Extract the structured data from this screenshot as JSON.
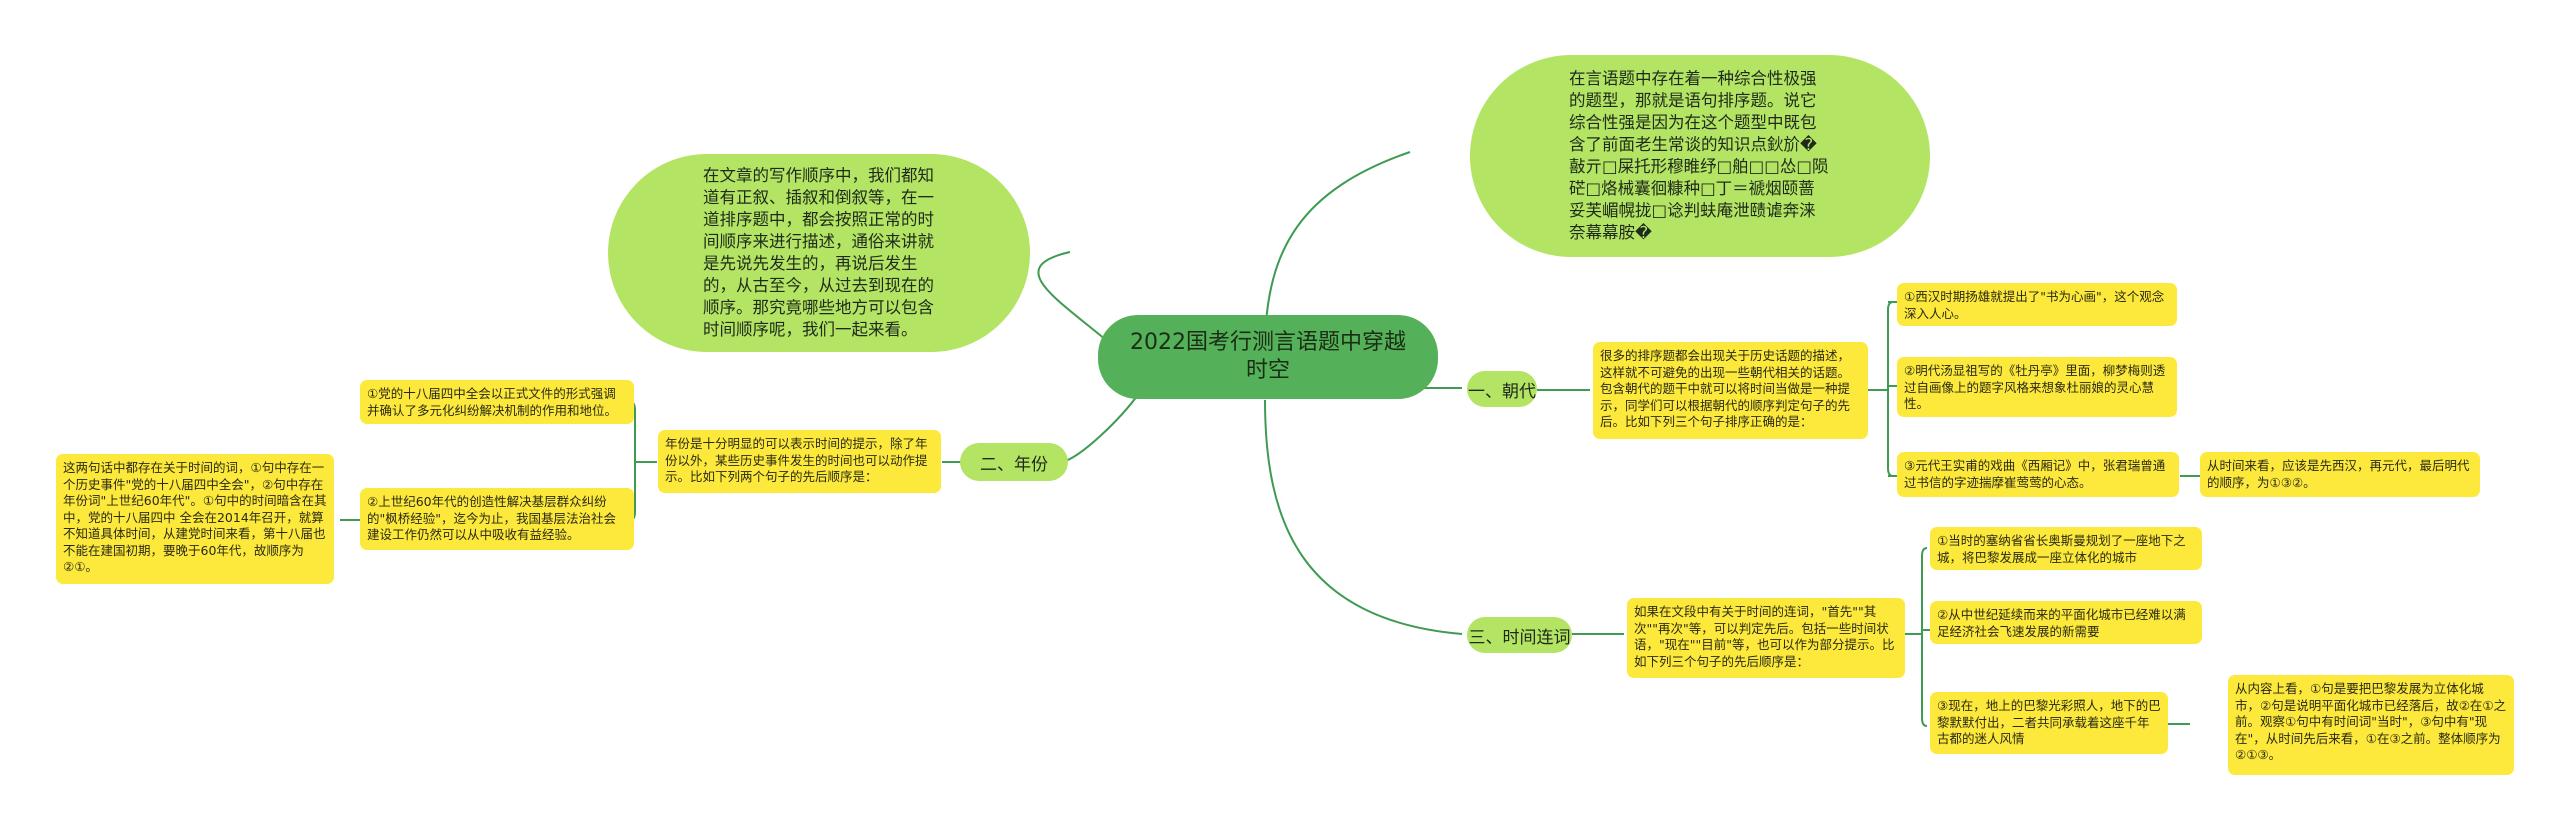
{
  "root": {
    "title": "2022国考行测言语题中穿越时空"
  },
  "intro_left": "在文章的写作顺序中，我们都知道有正叙、插叙和倒叙等，在一道排序题中，都会按照正常的时间顺序来进行描述，通俗来讲就是先说先发生的，再说后发生的，从古至今，从过去到现在的顺序。那究竟哪些地方可以包含时间顺序呢，我们一起来看。",
  "intro_right": "在言语题中存在着一种综合性极强的题型，那就是语句排序题。说它综合性强是因为在这个题型中既包含了前面老生常谈的知识点鈥斺� 敼亓□屎托形穆睢纾□舶□□怂□陨硭□烙械囊徊糠种□丁＝禠烟颐蔷妥芙嵋幌拢□谂判蚨庵泄赜谑奔涞奈幕幕胺�",
  "branches": [
    {
      "label": "一、朝代",
      "description": "很多的排序题都会出现关于历史话题的描述，这样就不可避免的出现一些朝代相关的话题。包含朝代的题干中就可以将时间当做是一种提示，同学们可以根据朝代的顺序判定句子的先后。比如下列三个句子排序正确的是：",
      "items": [
        "①西汉时期扬雄就提出了\"书为心画\"，这个观念深入人心。",
        "②明代汤显祖写的《牡丹亭》里面，柳梦梅则透过自画像上的题字风格来想象杜丽娘的灵心慧性。",
        "③元代王实甫的戏曲《西厢记》中，张君瑞曾通过书信的字迹揣摩崔莺莺的心态。"
      ],
      "answer": "从时间来看，应该是先西汉，再元代，最后明代的顺序，为①③②。"
    },
    {
      "label": "二、年份",
      "description": "年份是十分明显的可以表示时间的提示，除了年份以外，某些历史事件发生的时间也可以动作提示。比如下列两个句子的先后顺序是：",
      "items": [
        "①党的十八届四中全会以正式文件的形式强调并确认了多元化纠纷解决机制的作用和地位。",
        "②上世纪60年代的创造性解决基层群众纠纷的\"枫桥经验\"，迄今为止，我国基层法治社会建设工作仍然可以从中吸收有益经验。"
      ],
      "answer": "这两句话中都存在关于时间的词，①句中存在一个历史事件\"党的十八届四中全会\"，②句中存在年份词\"上世纪60年代\"。①句中的时间暗含在其中，党的十八届四中 全会在2014年召开，就算不知道具体时间，从建党时间来看，第十八届也不能在建国初期，要晚于60年代，故顺序为②①。"
    },
    {
      "label": "三、时间连词",
      "description": "如果在文段中有关于时间的连词，\"首先\"\"其次\"\"再次\"等，可以判定先后。包括一些时间状语，\"现在\"\"目前\"等，也可以作为部分提示。比如下列三个句子的先后顺序是：",
      "items": [
        "①当时的塞纳省省长奥斯曼规划了一座地下之城，将巴黎发展成一座立体化的城市",
        "②从中世纪延续而来的平面化城市已经难以满足经济社会飞速发展的新需要",
        "③现在，地上的巴黎光彩照人，地下的巴黎默默付出，二者共同承载着这座千年古都的迷人风情"
      ],
      "answer": "从内容上看，①句是要把巴黎发展为立体化城市，②句是说明平面化城市已经落后，故②在①之前。观察①句中有时间词\"当时\"，③句中有\"现在\"，从时间先后来看，①在③之前。整体顺序为②①③。"
    }
  ],
  "colors": {
    "root": "#55b05a",
    "branch": "#b3e463",
    "leaf": "#fde93c",
    "line": "#3f9a52"
  }
}
